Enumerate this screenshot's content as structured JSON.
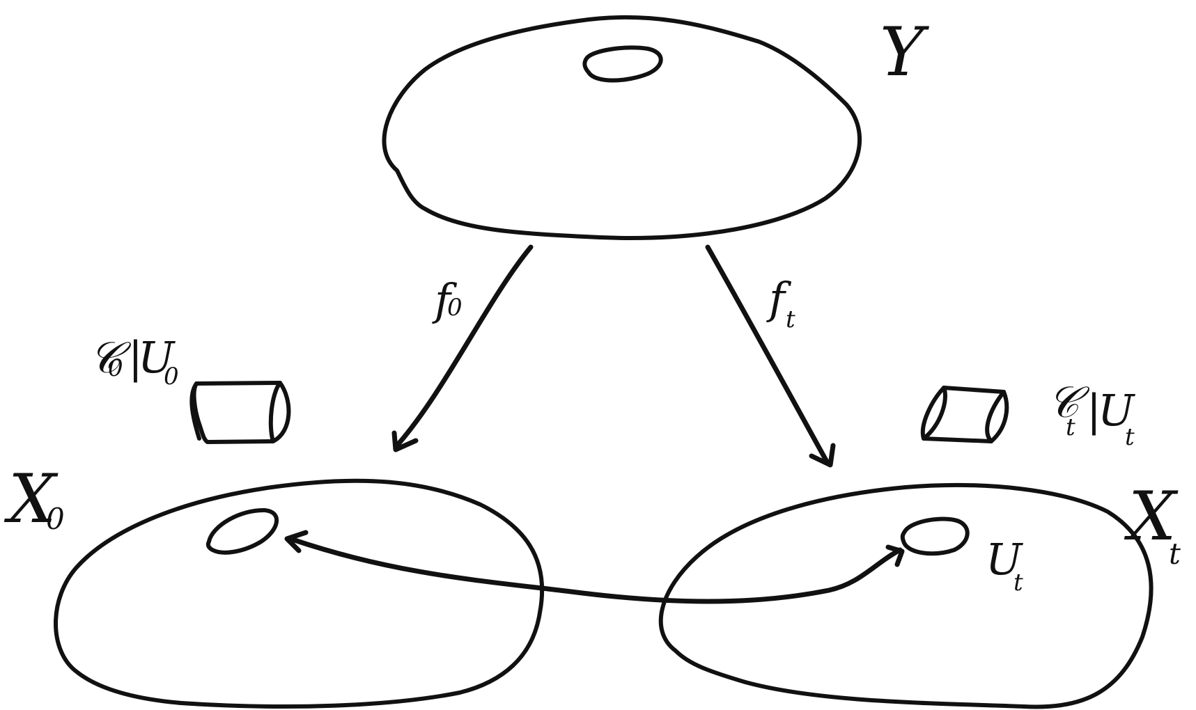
{
  "colors": {
    "ink": "#111111",
    "background": "#ffffff"
  },
  "labels": {
    "Y": "Y",
    "X0_main": "X",
    "X0_sub": "0",
    "Xt_main": "X",
    "Xt_sub": "t",
    "f0_main": "f",
    "f0_sub": "0",
    "ft_main": "f",
    "ft_sub": "t",
    "Ut_main": "U",
    "Ut_sub": "t",
    "E0_main": "𝒞",
    "E0_sub1": "0",
    "E0_bar": "|",
    "E0_U": "U",
    "E0_sub2": "0",
    "Et_main": "𝒞",
    "Et_sub1": "t",
    "Et_bar": "|",
    "Et_U": "U",
    "Et_sub2": "t"
  },
  "icons": {
    "cylinder": "cylinder-icon",
    "arrow": "arrow-icon",
    "hole": "hole-icon"
  }
}
